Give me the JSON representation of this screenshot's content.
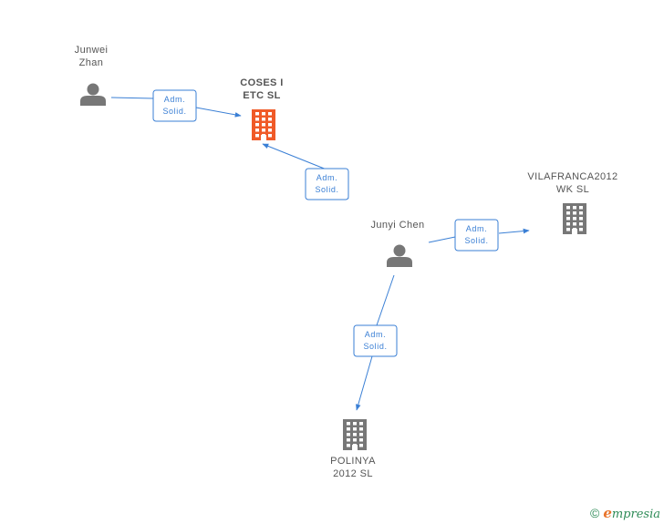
{
  "nodes": [
    {
      "id": "junwei",
      "type": "person",
      "lines": [
        "Junwei",
        "Zhan"
      ],
      "color": "#777777"
    },
    {
      "id": "coses",
      "type": "company",
      "lines": [
        "COSES I",
        "ETC SL"
      ],
      "color": "#f05a28",
      "main": true
    },
    {
      "id": "junyi",
      "type": "person",
      "lines": [
        "Junyi Chen"
      ],
      "color": "#777777"
    },
    {
      "id": "vilafranca",
      "type": "company",
      "lines": [
        "VILAFRANCA2012",
        "WK SL"
      ],
      "color": "#777777"
    },
    {
      "id": "polinya",
      "type": "company",
      "lines": [
        "POLINYA",
        "2012 SL"
      ],
      "color": "#777777"
    }
  ],
  "edges": [
    {
      "id": "e1",
      "from": "junwei",
      "to": "coses",
      "lines": [
        "Adm.",
        "Solid."
      ]
    },
    {
      "id": "e2",
      "from": "junyi",
      "to": "coses",
      "lines": [
        "Adm.",
        "Solid."
      ]
    },
    {
      "id": "e3",
      "from": "junyi",
      "to": "vilafranca",
      "lines": [
        "Adm.",
        "Solid."
      ]
    },
    {
      "id": "e4",
      "from": "junyi",
      "to": "polinya",
      "lines": [
        "Adm.",
        "Solid."
      ]
    }
  ],
  "colors": {
    "edge": "#3a7fd5",
    "main_company": "#f05a28",
    "entity": "#777777"
  },
  "footer": {
    "copyright": "©",
    "brand_initial": "e",
    "brand_rest": "mpresia"
  }
}
